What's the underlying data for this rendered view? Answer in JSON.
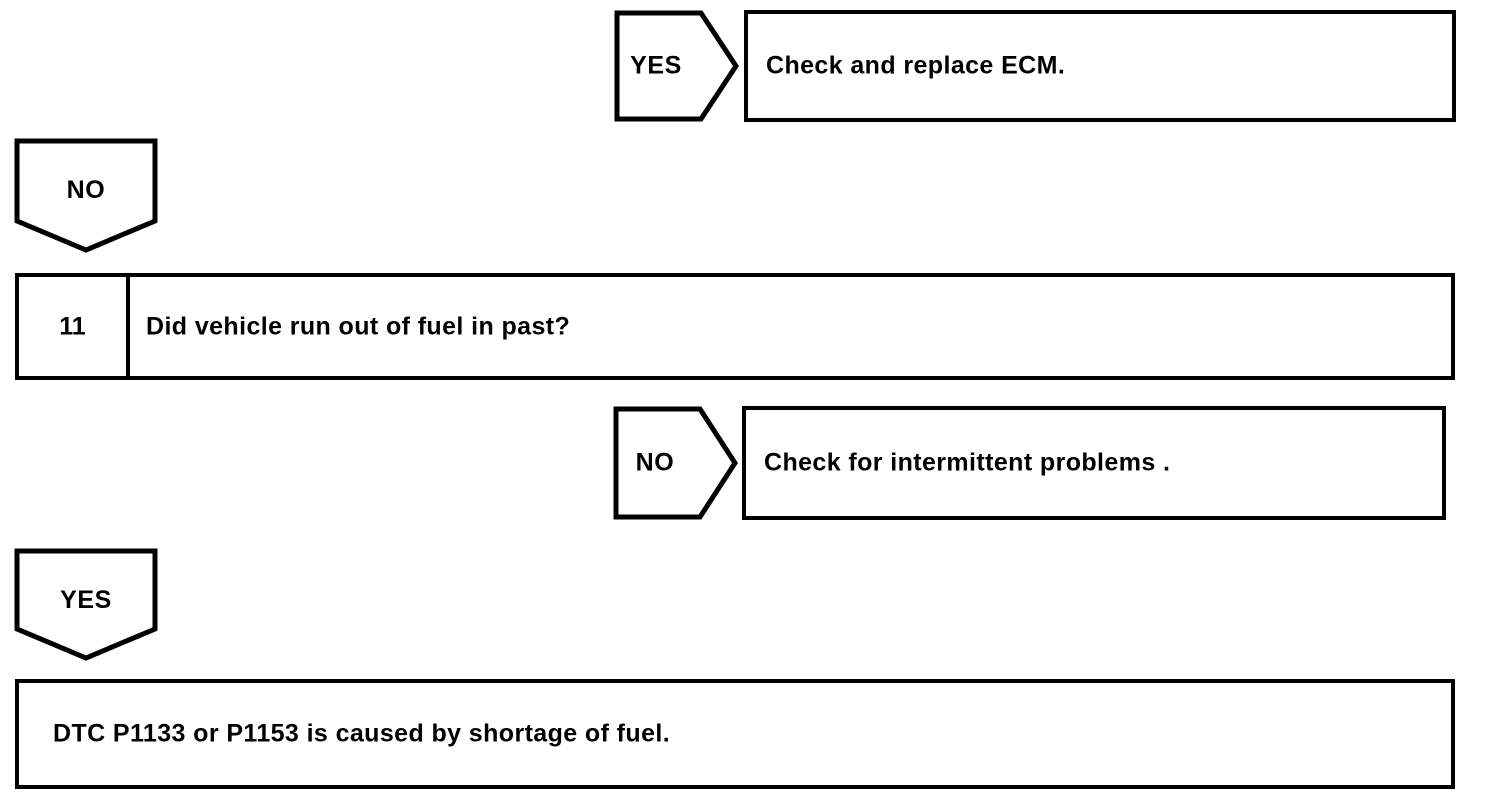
{
  "diagram": {
    "type": "troubleshooting-flowchart",
    "ink_color": "#000000",
    "background_color": "#ffffff",
    "nodes": [
      {
        "id": "yes-tag-top",
        "kind": "chevron-tag",
        "label": "YES"
      },
      {
        "id": "action-ecm",
        "kind": "action-box",
        "text": "Check and replace ECM."
      },
      {
        "id": "no-tag-top",
        "kind": "pentagon-tag",
        "label": "NO"
      },
      {
        "id": "step-11",
        "kind": "step-box",
        "number": "11",
        "text": "Did vehicle run out of fuel in past?"
      },
      {
        "id": "no-tag-mid",
        "kind": "chevron-tag",
        "label": "NO"
      },
      {
        "id": "action-intermittent",
        "kind": "action-box",
        "text": "Check for intermittent problems ."
      },
      {
        "id": "yes-tag-bottom",
        "kind": "pentagon-tag",
        "label": "YES"
      },
      {
        "id": "result-dtc",
        "kind": "result-box",
        "text": "DTC P1133 or P1153 is caused by shortage of fuel."
      }
    ]
  }
}
